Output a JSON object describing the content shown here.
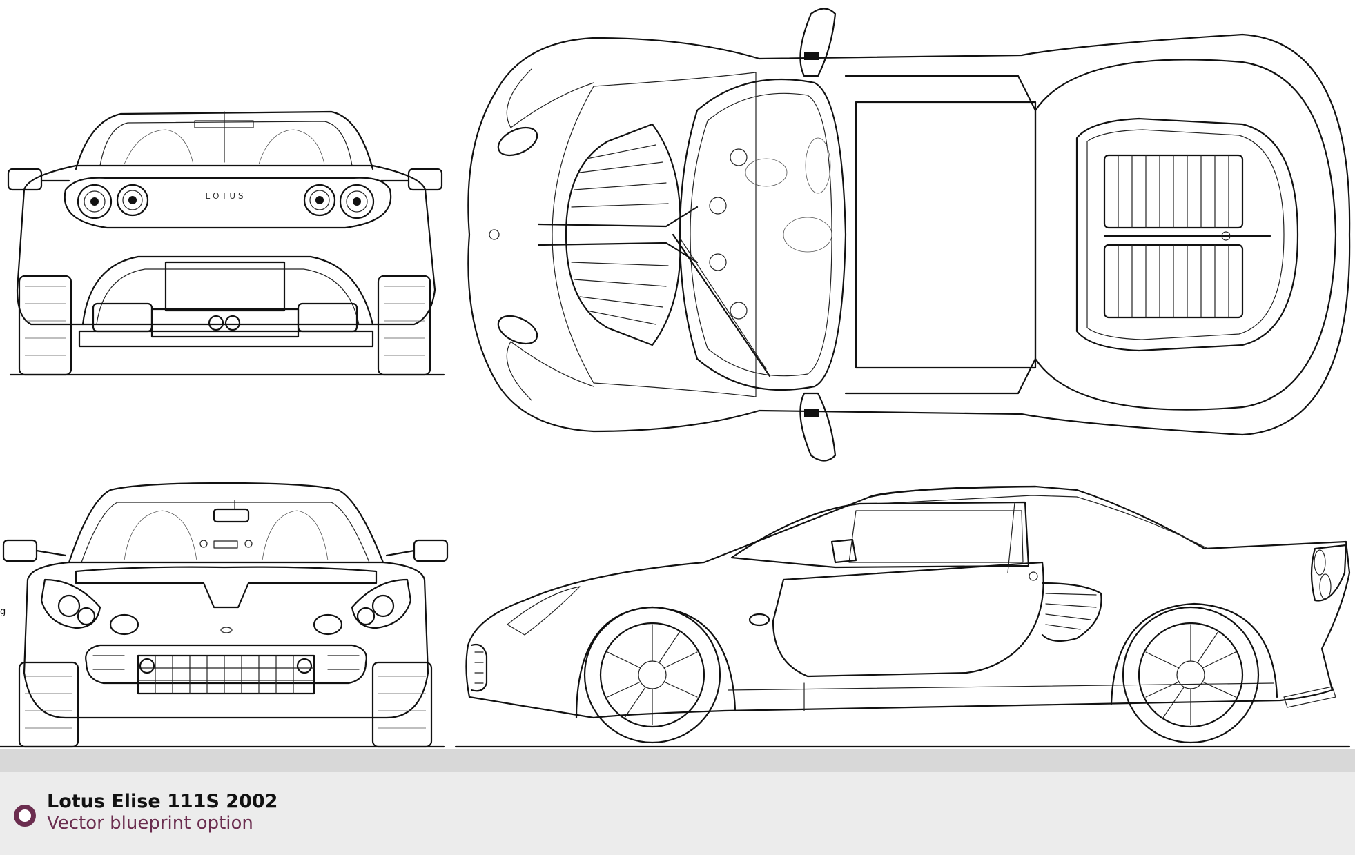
{
  "title": "Lotus Elise 111S 2002",
  "subtitle": "Vector blueprint option",
  "rear_badge": "L O T U S",
  "side_scale_mark": "g",
  "accent_color": "#6b2d4f",
  "footer_color": "#ececec",
  "views": [
    "rear",
    "top",
    "front",
    "side"
  ],
  "icons": {
    "option": "radio-circle-icon"
  }
}
